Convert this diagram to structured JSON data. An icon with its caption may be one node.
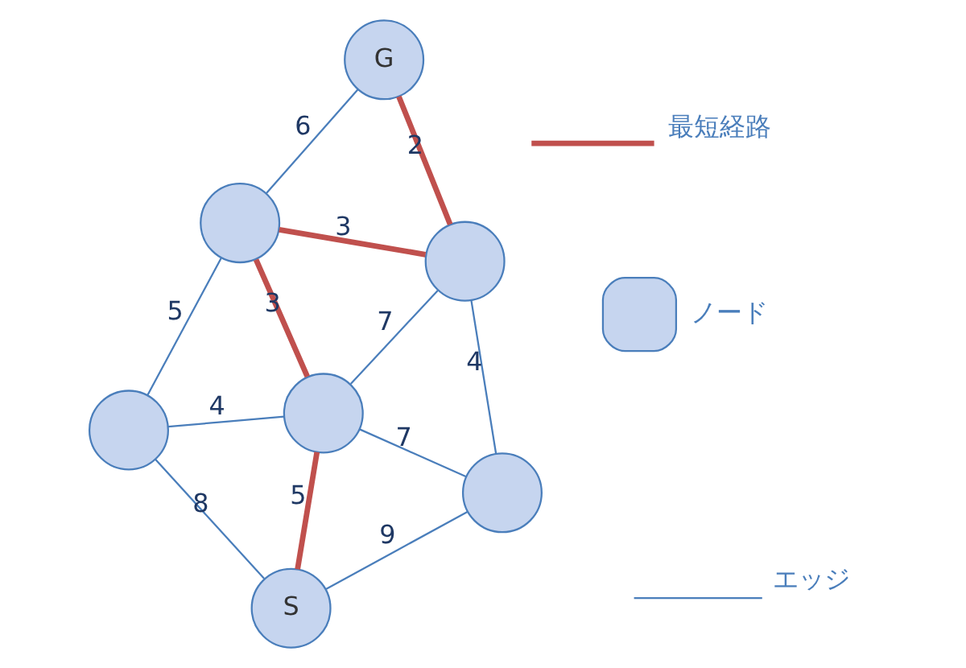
{
  "diagram": {
    "nodes": [
      {
        "text": [],
        "shape": "circle"
      },
      {
        "text": [
          "S"
        ]
      },
      {
        "text": [],
        "shape": "circle"
      },
      {
        "text": [],
        "shape": "circle"
      },
      {
        "text": [],
        "shape": "circle"
      },
      {
        "text": [
          "G"
        ]
      },
      {
        "text": [],
        "shape": "circle"
      }
    ],
    "edges": [
      {
        "from": 0,
        "to": 1,
        "arrow": "none",
        "label": "8"
      },
      {
        "from": 0,
        "to": 2,
        "arrow": "none",
        "label": "4"
      },
      {
        "from": 0,
        "to": 3,
        "arrow": "none",
        "label": "5"
      },
      {
        "from": 1,
        "to": 2,
        "arrow": "none",
        "label": "5",
        "style": "thick",
        "color": "#c0504d"
      },
      {
        "from": 2,
        "to": 3,
        "arrow": "none",
        "label": "3",
        "style": "thick",
        "color": "#c0504d"
      },
      {
        "from": 3,
        "to": 4,
        "arrow": "none",
        "label": "3",
        "style": "thick",
        "color": "#c0504d"
      },
      {
        "from": 3,
        "to": 5,
        "arrow": "none",
        "label": "6"
      },
      {
        "from": 1,
        "to": 6,
        "arrow": "none",
        "label": "9"
      },
      {
        "from": 2,
        "to": 6,
        "arrow": "none",
        "label": "7"
      },
      {
        "from": 2,
        "to": 4,
        "arrow": "none",
        "label": "7"
      },
      {
        "from": 4,
        "to": 5,
        "arrow": "none",
        "label": "2",
        "style": "thick",
        "color": "#c0504d"
      },
      {
        "from": 4,
        "to": 6,
        "arrow": "none",
        "label": "4"
      }
    ],
    "legend": [
      {
        "text": "ノード"
      },
      {
        "text": "エッジ"
      },
      {
        "text": "最短経路"
      }
    ]
  }
}
